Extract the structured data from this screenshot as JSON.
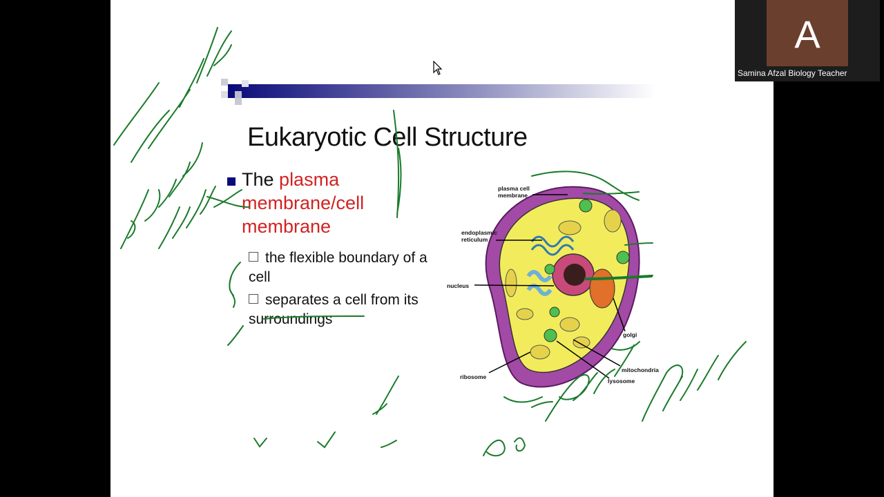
{
  "slide": {
    "title": "Eukaryotic Cell Structure",
    "bullet_lead": "The",
    "bullet_highlight": "plasma membrane/cell membrane",
    "sub1": "the flexible boundary  of a cell",
    "sub2": "separates a cell from its surroundings"
  },
  "diagram_labels": {
    "plasma": "plasma cell membrane",
    "er": "endoplasmic reticulum",
    "nucleus": "nucleus",
    "ribosome": "ribosome",
    "golgi": "golgi",
    "mito": "mitochondria",
    "lyso": "lysosome"
  },
  "participant": {
    "initial": "A",
    "name": "Samina Afzal Biology Teacher",
    "tile_color": "#6b3f2d"
  },
  "colors": {
    "title_accent": "#0a0a7a",
    "highlight_red": "#d22222",
    "ink_green": "#1a7a2a"
  }
}
